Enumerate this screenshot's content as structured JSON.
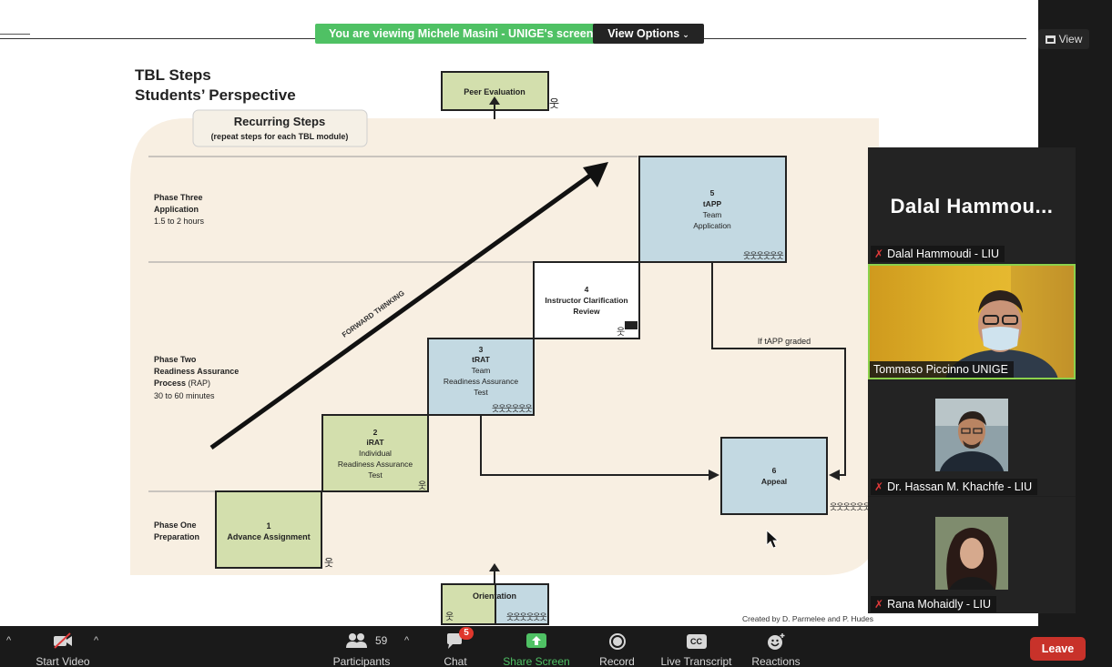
{
  "banner": {
    "viewing_text": "You are viewing Michele Masini - UNIGE's screen",
    "view_options_label": "View Options",
    "view_button_label": "View"
  },
  "slide": {
    "title_line1": "TBL Steps",
    "title_line2": "Students’ Perspective",
    "recurring_title": "Recurring Steps",
    "recurring_sub": "(repeat steps for each TBL module)",
    "peer_evaluation": "Peer Evaluation",
    "orientation": "Orientation",
    "forward_thinking": "FORWARD THINKING",
    "if_tapp_graded": "If tAPP graded",
    "credit": "Created by  D. Parmelee and P. Hudes",
    "phase_three": {
      "name": "Phase Three",
      "sub": "Application",
      "time": "1.5 to 2 hours"
    },
    "phase_two": {
      "name": "Phase Two",
      "sub1": "Readiness Assurance",
      "sub2": "Process",
      "sub2_suffix": " (RAP)",
      "time": "30 to 60 minutes"
    },
    "phase_one": {
      "name": "Phase One",
      "sub": "Preparation"
    },
    "steps": {
      "s1": {
        "num": "1",
        "line1": "Advance Assignment"
      },
      "s2": {
        "num": "2",
        "line1": "iRAT",
        "line2": "Individual",
        "line3": "Readiness Assurance",
        "line4": "Test"
      },
      "s3": {
        "num": "3",
        "line1": "tRAT",
        "line2": "Team",
        "line3": "Readiness Assurance",
        "line4": "Test"
      },
      "s4": {
        "num": "4",
        "line1": "Instructor Clarification",
        "line2": "Review"
      },
      "s5": {
        "num": "5",
        "line1": "tAPP",
        "line2": "Team",
        "line3": "Application"
      },
      "s6": {
        "num": "6",
        "line1": "Appeal"
      }
    }
  },
  "gallery": {
    "tile1_big_name": "Dalal  Hammou...",
    "tile1_tag": "Dalal Hammoudi - LIU",
    "tile2_tag": "Tommaso Piccinno UNIGE",
    "tile3_tag": "Dr. Hassan M. Khachfe - LIU",
    "tile4_tag": "Rana Mohaidly - LIU",
    "mic_icon_text": "✗"
  },
  "toolbar": {
    "start_video": "Start Video",
    "participants": "Participants",
    "participants_count": "59",
    "chat": "Chat",
    "chat_badge": "5",
    "share_screen": "Share Screen",
    "record": "Record",
    "live_transcript": "Live Transcript",
    "cc_icon_text": "CC",
    "reactions": "Reactions",
    "leave": "Leave"
  },
  "colors": {
    "step_green": "#d3dfad",
    "step_blue": "#c3d9e2",
    "background_band": "#f8efe2",
    "share_green": "#4fc164",
    "leave_red": "#c8322a"
  }
}
